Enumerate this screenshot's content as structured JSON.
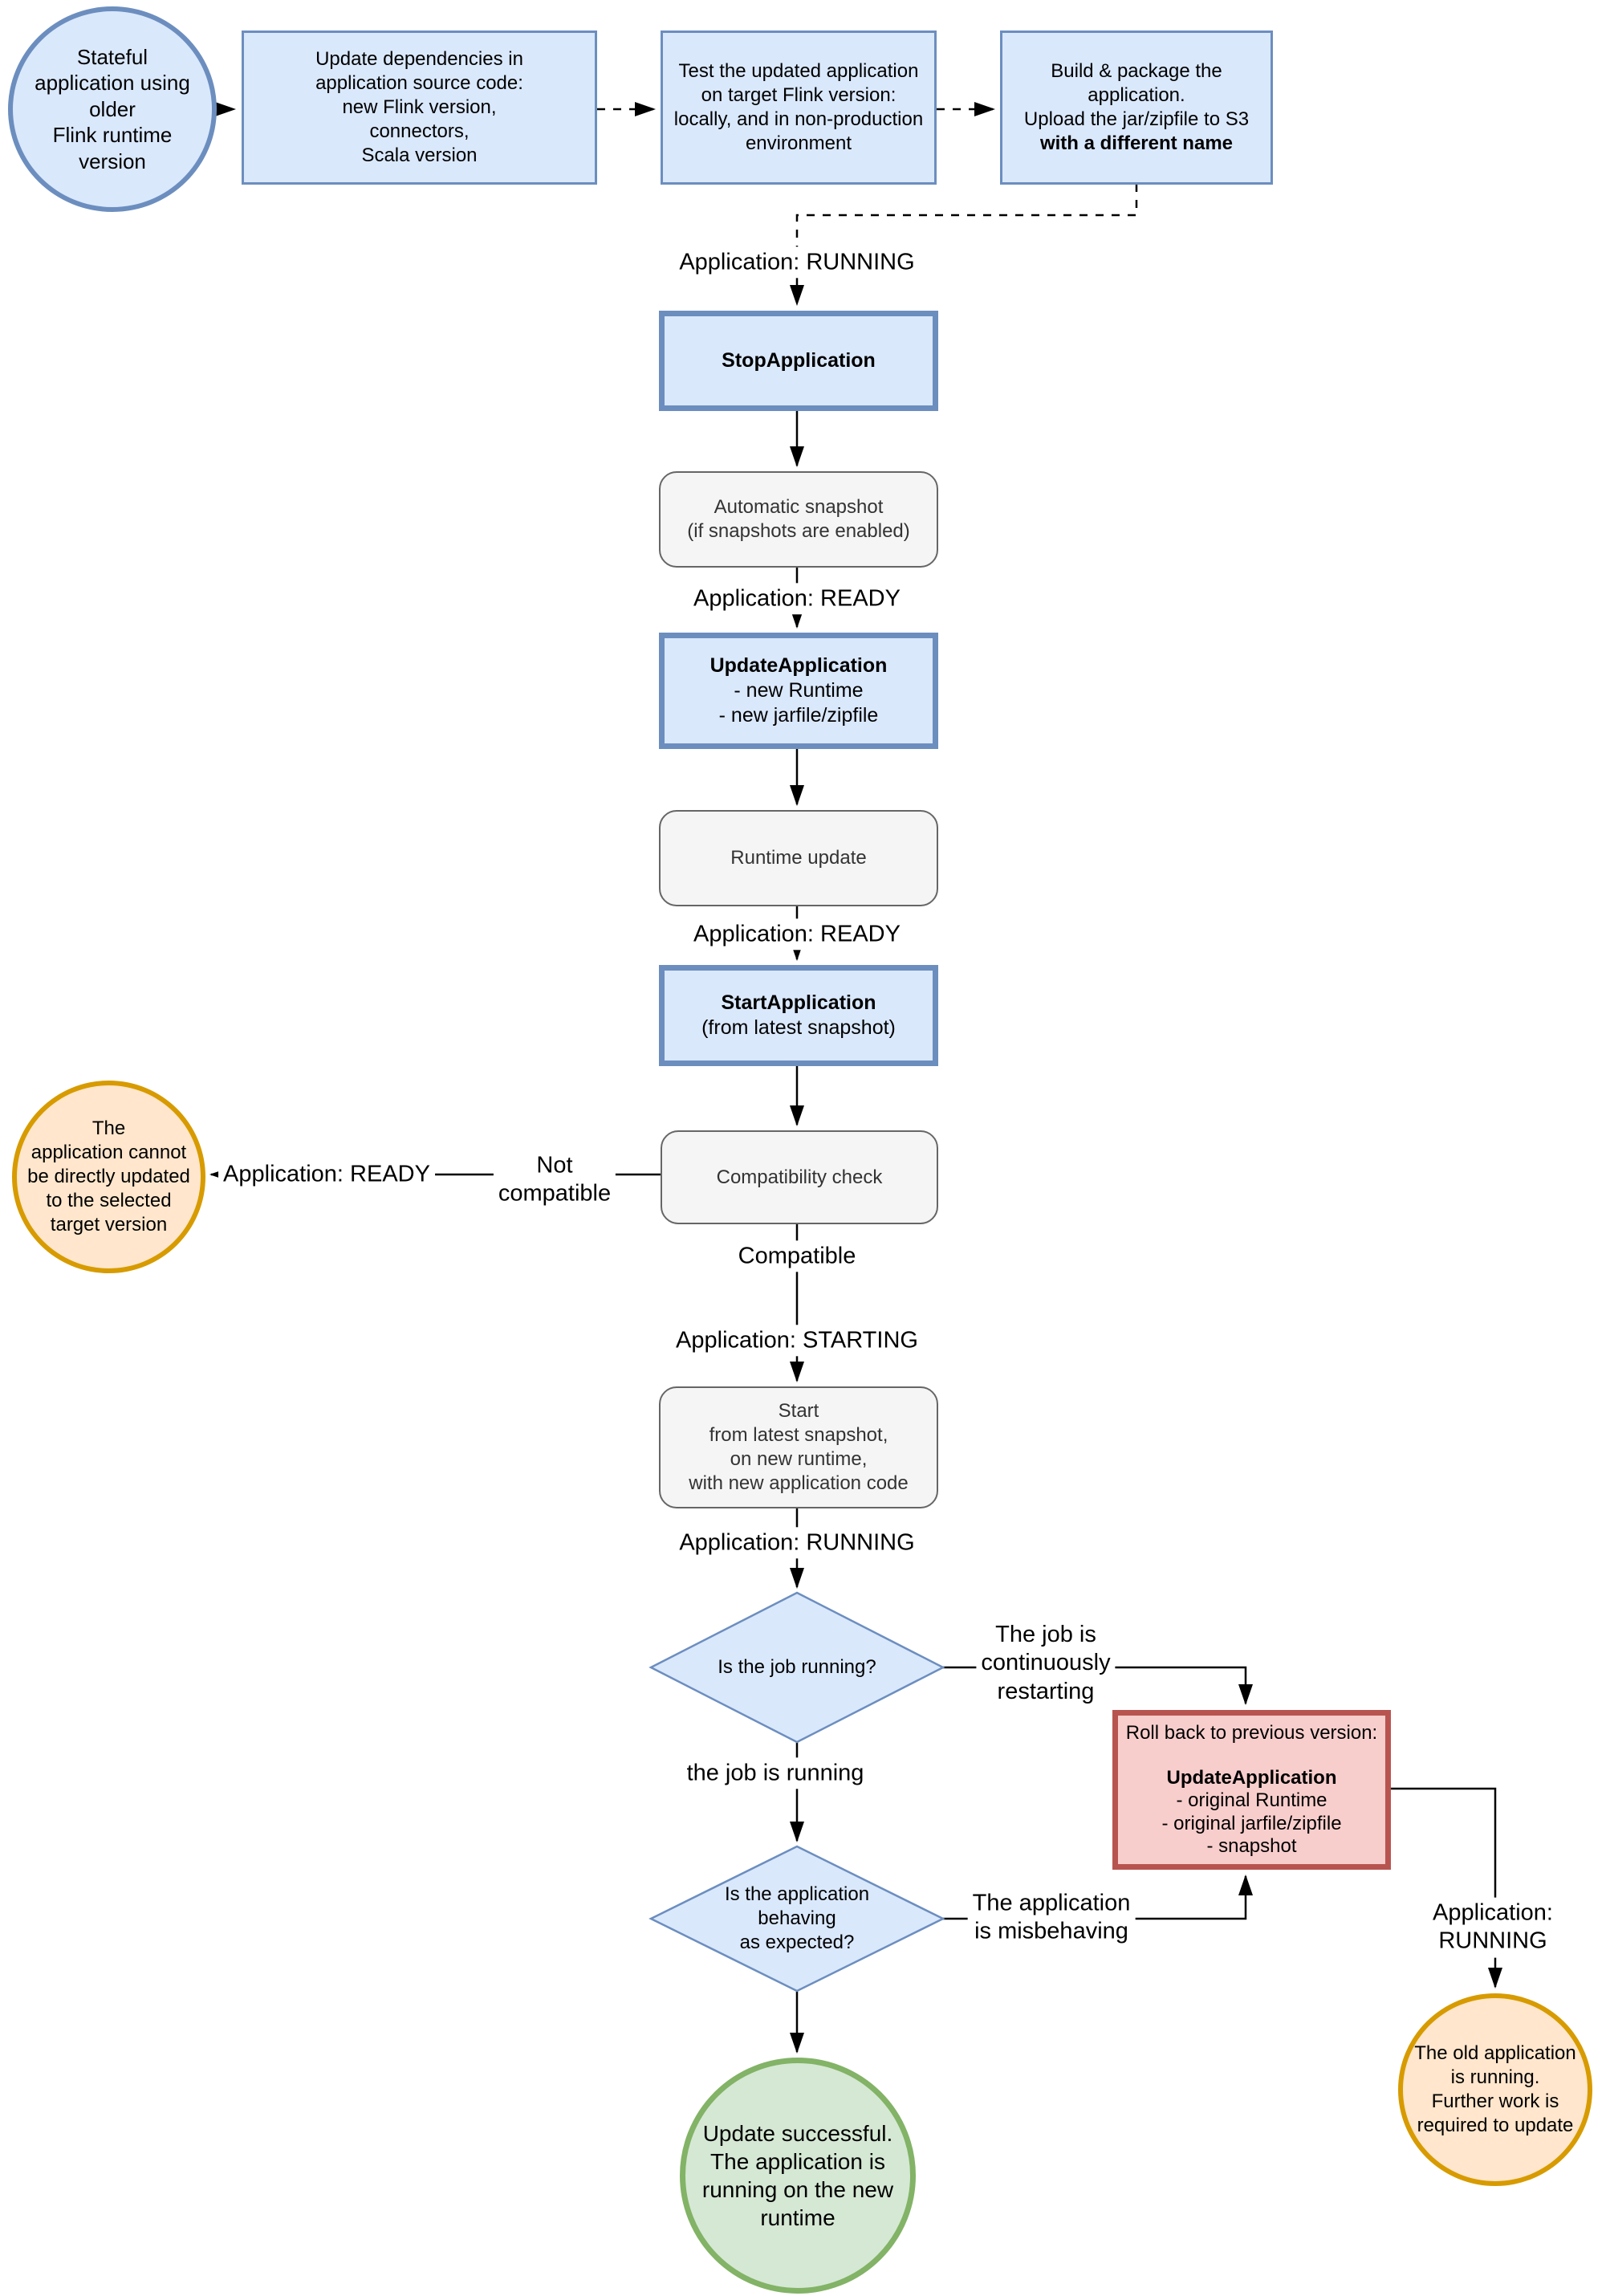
{
  "diagram": {
    "title_hint": "Flink runtime upgrade flowchart",
    "colors": {
      "blue_fill": "#dae8fc",
      "blue_stroke": "#6c8ebf",
      "gray_fill": "#f5f5f5",
      "gray_stroke": "#666666",
      "red_fill": "#f8cecc",
      "red_stroke": "#b85450",
      "orange_fill": "#ffe6cc",
      "orange_stroke": "#d79b00",
      "green_fill": "#d5e8d4",
      "green_stroke": "#82b366"
    },
    "nodes": {
      "start": {
        "text": "Stateful\napplication using\nolder\nFlink runtime\nversion"
      },
      "update_deps": {
        "text": "Update dependencies in\napplication source code:\nnew Flink version,\nconnectors,\nScala version"
      },
      "test_app": {
        "text": "Test the updated application\non target Flink version:\nlocally, and in non-production\nenvironment"
      },
      "build_package": {
        "text": "Build & package the\napplication.\nUpload the jar/zipfile to S3",
        "bold_text": "with a different name"
      },
      "stop_application": {
        "title": "StopApplication"
      },
      "auto_snapshot": {
        "text": "Automatic snapshot\n(if snapshots are enabled)"
      },
      "update_application": {
        "title": "UpdateApplication",
        "text": "- new Runtime\n- new jarfile/zipfile"
      },
      "runtime_update": {
        "text": "Runtime update"
      },
      "start_application": {
        "title": "StartApplication",
        "text": "(from latest snapshot)"
      },
      "compatibility_check": {
        "text": "Compatibility check"
      },
      "start_from_snapshot": {
        "text": "Start\nfrom latest snapshot,\non new runtime,\nwith new application code"
      },
      "is_job_running": {
        "text": "Is the job running?"
      },
      "is_app_behaving": {
        "text": "Is the application\nbehaving\nas expected?"
      },
      "rollback": {
        "title_line": "Roll back to previous version:",
        "command": "UpdateApplication",
        "text": "- original Runtime\n- original jarfile/zipfile\n- snapshot"
      },
      "cannot_update": {
        "text": "The\napplication cannot\nbe directly updated\nto the selected\ntarget version"
      },
      "update_successful": {
        "text": "Update successful.\nThe application is\nrunning on the new\nruntime"
      },
      "old_app_running": {
        "text": "The old application\nis running.\nFurther work is\nrequired to update"
      }
    },
    "edge_labels": {
      "app_running_1": "Application: RUNNING",
      "app_ready_1": "Application: READY",
      "app_ready_2": "Application: READY",
      "app_ready_left": "Application: READY",
      "not_compatible": "Not\ncompatible",
      "compatible": "Compatible",
      "app_starting": "Application: STARTING",
      "app_running_2": "Application: RUNNING",
      "job_is_running": "the job is running",
      "job_restarting": "The job is\ncontinuously\nrestarting",
      "app_misbehaving": "The application\nis misbehaving",
      "app_running_3": "Application: RUNNING"
    }
  }
}
